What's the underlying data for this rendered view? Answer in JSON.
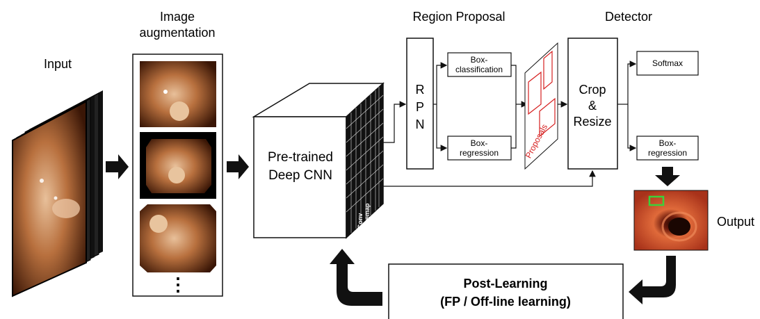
{
  "labels": {
    "input": "Input",
    "augmentation_line1": "Image",
    "augmentation_line2": "augmentation",
    "region_proposal": "Region Proposal",
    "detector": "Detector",
    "output": "Output",
    "ellipsis": "⋮"
  },
  "cnn": {
    "line1": "Pre-trained",
    "line2": "Deep CNN",
    "featuremap_line1": "Conv",
    "featuremap_line2": "Featuremap"
  },
  "rpn": {
    "letters": [
      "R",
      "P",
      "N"
    ]
  },
  "boxes": {
    "box_classification_line1": "Box-",
    "box_classification_line2": "classification",
    "box_regression_line1": "Box-",
    "box_regression_line2": "regression",
    "proposals": "Proposals"
  },
  "detector_box": {
    "line1": "Crop",
    "line2": "&",
    "line3": "Resize"
  },
  "detector_outputs": {
    "softmax": "Softmax",
    "box_regression_line1": "Box-",
    "box_regression_line2": "regression"
  },
  "post_learning": {
    "line1": "Post-Learning",
    "line2": "(FP / Off-line learning)"
  },
  "colors": {
    "proposal_red": "#d62020",
    "detection_green": "#3ad13a",
    "endoscopy_dark": "#5a2a10",
    "endoscopy_mid": "#b0663a",
    "endoscopy_light": "#e2b08a"
  }
}
